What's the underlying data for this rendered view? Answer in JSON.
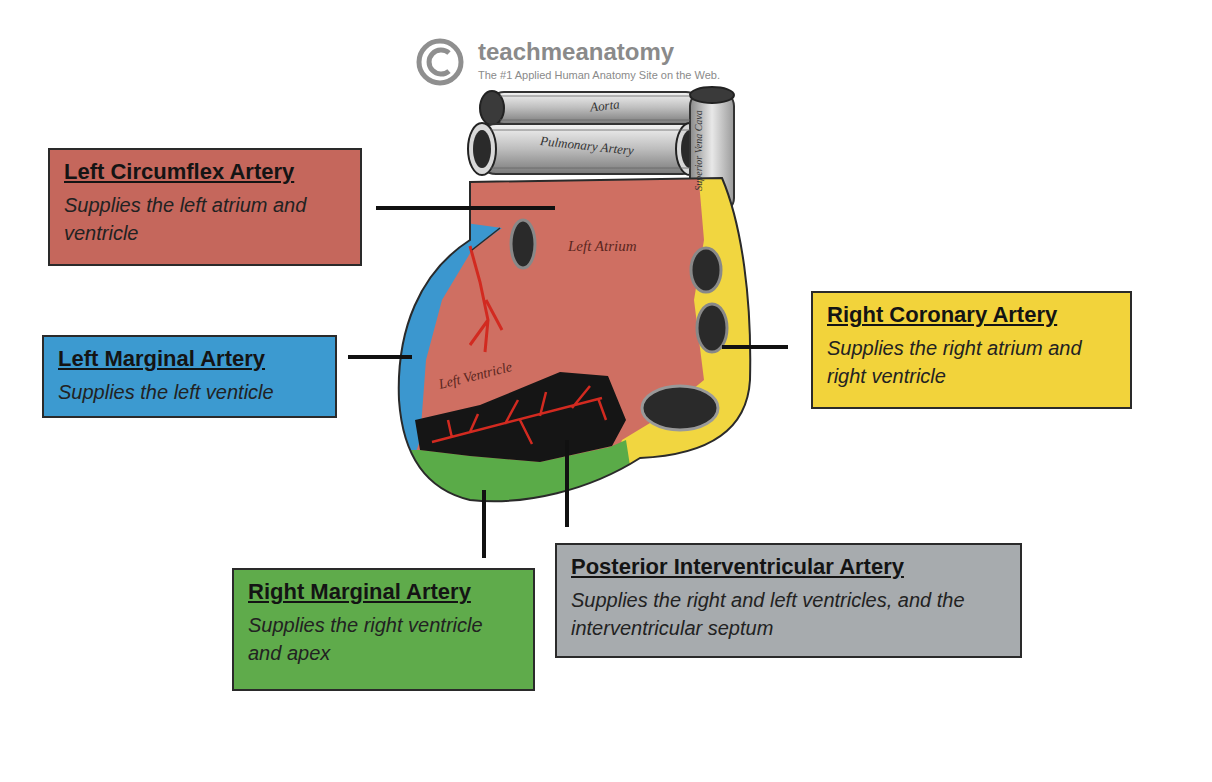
{
  "diagram": {
    "nodes": [
      {
        "text": [
          "Left Circumflex Artery",
          "Supplies the left atrium and ventricle"
        ]
      },
      {
        "text": [
          "Right Coronary Artery",
          "Supplies the right atrium and right ventricle"
        ]
      },
      {
        "text": [
          "Left Marginal Artery",
          "Supplies the left venticle"
        ]
      },
      {
        "text": [
          "Posterior Interventricular Artery",
          "Supplies the right and left ventricles, and the interventricular septum"
        ]
      },
      {
        "text": [
          "Right Marginal Artery",
          "Supplies the right ventricle and apex"
        ]
      }
    ],
    "labels": [
      "teachmeanatomy",
      "The #1 Applied Human Anatomy Site on the Web.",
      "Aorta",
      "Pulmonary Artery",
      "Superior Vena Cava",
      "Left Atrium",
      "Left Ventricle"
    ]
  }
}
